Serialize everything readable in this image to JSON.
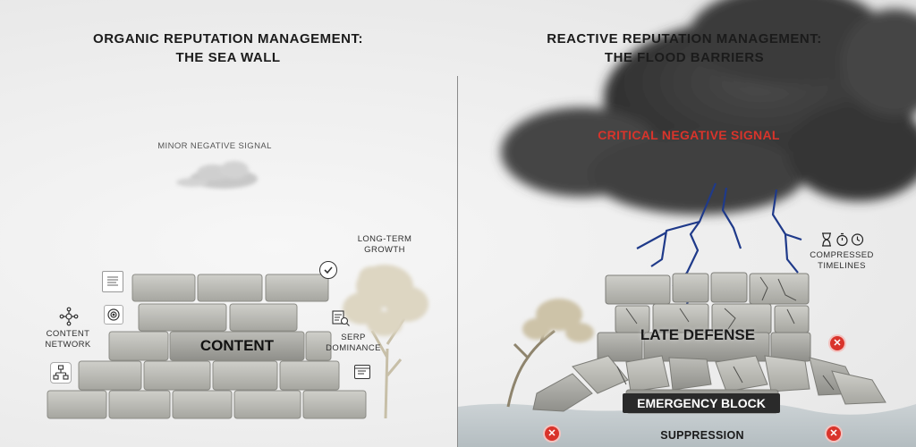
{
  "left_panel": {
    "title_line1": "ORGANIC REPUTATION MANAGEMENT:",
    "title_line2": "THE SEA WALL",
    "signal_label": "MINOR NEGATIVE SIGNAL",
    "wall_label": "CONTENT",
    "callouts": {
      "content_network": "CONTENT\nNETWORK",
      "serp_dominance": "SERP\nDOMINANCE",
      "long_term_growth": "LONG-TERM\nGROWTH"
    }
  },
  "right_panel": {
    "title_line1": "REACTIVE REPUTATION MANAGEMENT:",
    "title_line2": "THE FLOOD BARRIERS",
    "signal_label": "CRITICAL NEGATIVE SIGNAL",
    "late_defense_label": "LATE DEFENSE",
    "emergency_label": "EMERGENCY BLOCK",
    "suppression_label": "SUPPRESSION",
    "compressed_timelines": "COMPRESSED\nTIMELINES"
  },
  "colors": {
    "critical_red": "#d9342b",
    "lightning": "#1f3a8a",
    "storm_cloud": "#3c3c3c",
    "stone": "#b9b9b3"
  },
  "icons": [
    "network-icon",
    "document-icon",
    "target-icon",
    "hierarchy-icon",
    "check-circle-icon",
    "search-doc-icon",
    "browser-icon",
    "hourglass-icon",
    "stopwatch-icon",
    "clock-icon",
    "close-icon"
  ]
}
